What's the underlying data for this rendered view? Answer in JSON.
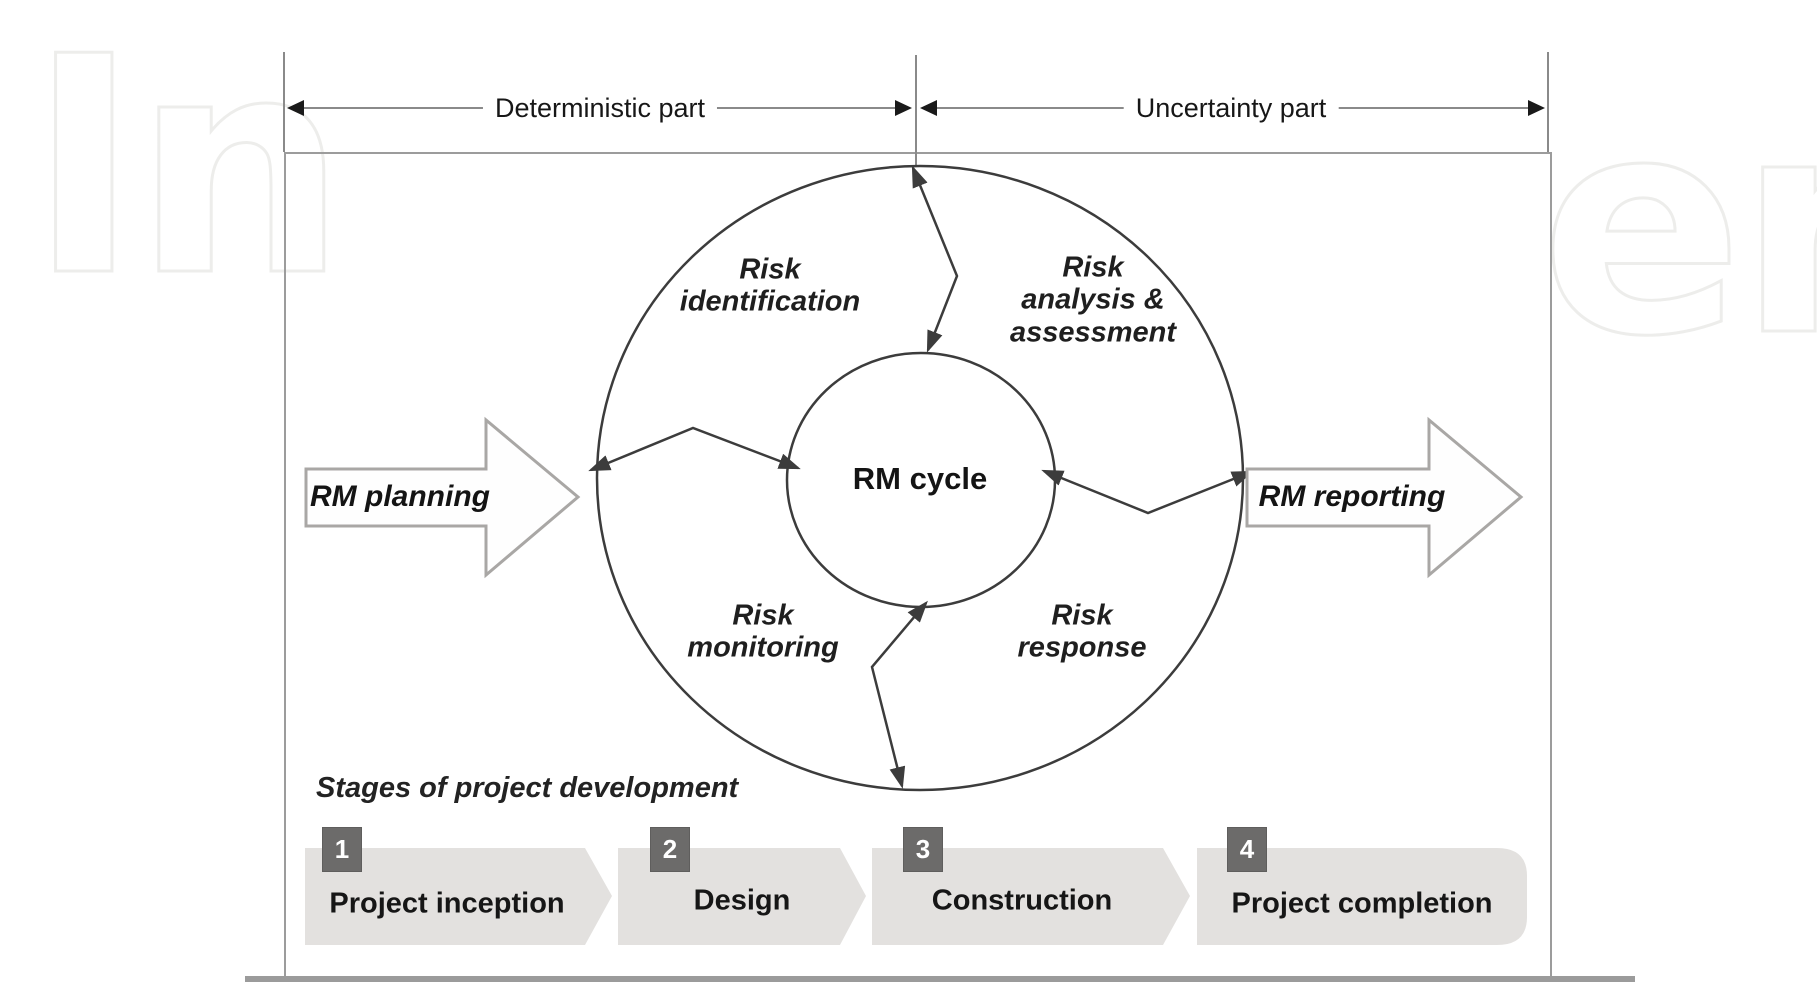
{
  "figure": {
    "watermark": {
      "left": "In",
      "right": "en"
    },
    "measurement": {
      "left_label": "Deterministic part",
      "right_label": "Uncertainty part"
    },
    "cycle": {
      "center": "RM cycle",
      "quadrants": [
        {
          "id": "risk-identification",
          "lines": [
            "Risk",
            "identification"
          ]
        },
        {
          "id": "risk-analysis-assessment",
          "lines": [
            "Risk",
            "analysis &",
            "assessment"
          ]
        },
        {
          "id": "risk-response",
          "lines": [
            "Risk",
            "response"
          ]
        },
        {
          "id": "risk-monitoring",
          "lines": [
            "Risk",
            "monitoring"
          ]
        }
      ]
    },
    "io_arrows": {
      "input": "RM planning",
      "output": "RM reporting"
    },
    "stages": {
      "title": "Stages of project development",
      "items": [
        {
          "number": "1",
          "label": "Project inception"
        },
        {
          "number": "2",
          "label": "Design"
        },
        {
          "number": "3",
          "label": "Construction"
        },
        {
          "number": "4",
          "label": "Project completion"
        }
      ]
    },
    "colors": {
      "diagram_line": "#3c3c3c",
      "measure_line": "#8a8a8a",
      "block_arrow_outline": "#a9a7a5",
      "stage_fill": "#e3e1df",
      "badge_fill": "#6c6b6a",
      "badge_text": "#ffffff",
      "text": "#1c1c1c",
      "watermark_outline": "#ededeb"
    }
  }
}
